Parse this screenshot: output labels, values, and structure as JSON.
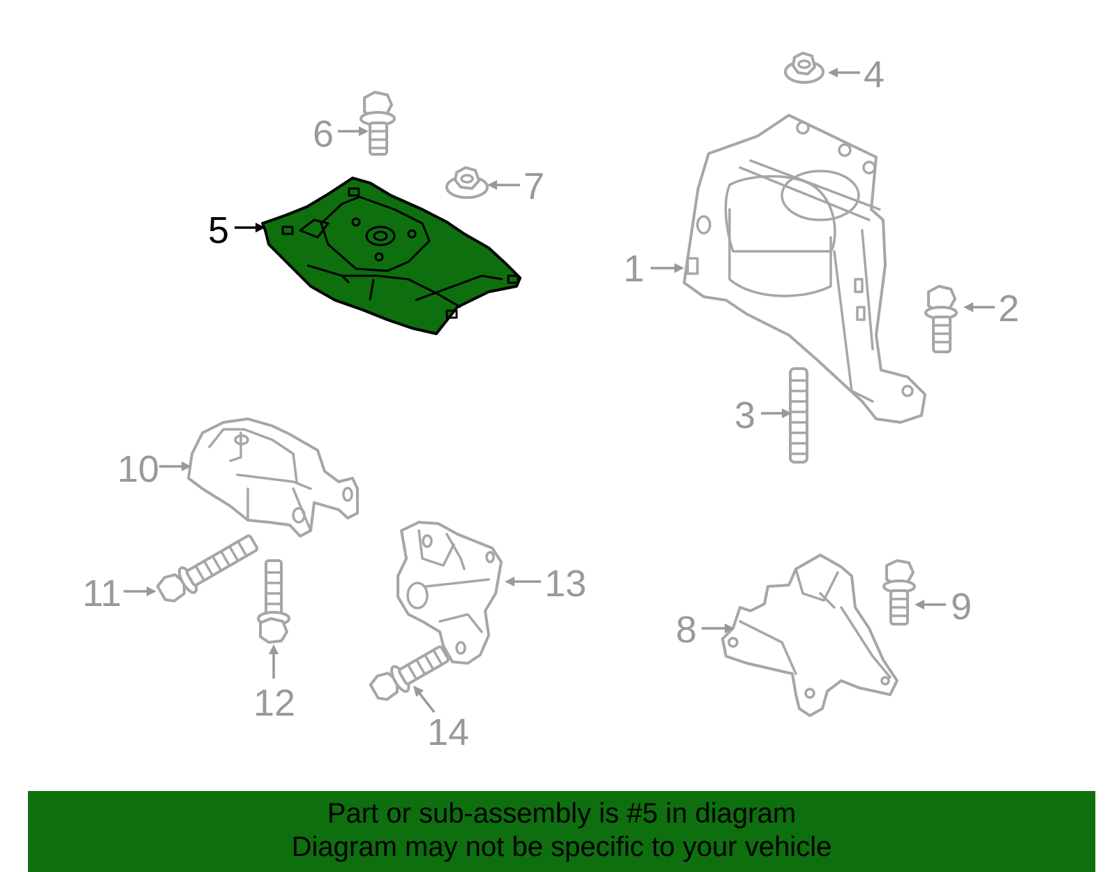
{
  "diagram": {
    "highlight_color": "#0e6f0e",
    "outline_color": "#a6a6a6",
    "callouts": [
      {
        "id": "1",
        "label": "1"
      },
      {
        "id": "2",
        "label": "2"
      },
      {
        "id": "3",
        "label": "3"
      },
      {
        "id": "4",
        "label": "4"
      },
      {
        "id": "5",
        "label": "5",
        "highlighted": true
      },
      {
        "id": "6",
        "label": "6"
      },
      {
        "id": "7",
        "label": "7"
      },
      {
        "id": "8",
        "label": "8"
      },
      {
        "id": "9",
        "label": "9"
      },
      {
        "id": "10",
        "label": "10"
      },
      {
        "id": "11",
        "label": "11"
      },
      {
        "id": "12",
        "label": "12"
      },
      {
        "id": "13",
        "label": "13"
      },
      {
        "id": "14",
        "label": "14"
      }
    ]
  },
  "banner": {
    "line1": "Part or sub-assembly is #5 in diagram",
    "line2": "Diagram may not be specific to your vehicle",
    "background": "#0e6f0e"
  }
}
